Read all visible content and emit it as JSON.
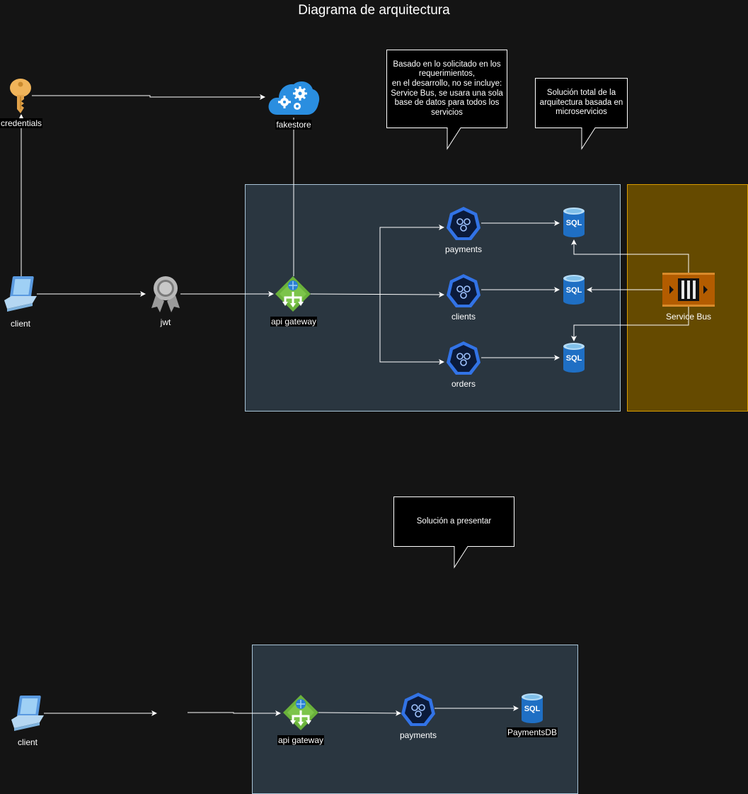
{
  "title": "Diagrama de arquitectura",
  "callouts": {
    "scope_note": "Basado en lo solicitado en los requerimientos,\nen el desarrollo, no se incluye: Service Bus, se usara una sola base de datos para todos los servicios",
    "full_solution": "Solución total de la arquitectura basada en microservicios",
    "presented_solution": "Solución a presentar"
  },
  "top_diagram": {
    "credentials": "credentials",
    "fakestore": "fakestore",
    "client": "client",
    "jwt": "jwt",
    "api_gateway": "api gateway",
    "services": [
      "payments",
      "clients",
      "orders"
    ],
    "sql_label": "SQL",
    "service_bus": "Service Bus"
  },
  "bottom_diagram": {
    "client": "client",
    "api_gateway": "api gateway",
    "payments": "payments",
    "database": "PaymentsDB",
    "sql_label": "SQL"
  },
  "colors": {
    "background": "#141414",
    "container": "#2a3640",
    "service_bus_container": "#654a00",
    "service_icon": "#3273e6",
    "sql_icon": "#2a7fd4",
    "gateway_icon": "#6ab23b",
    "cloud_icon": "#2a8ee0",
    "key_icon": "#f0b45a"
  }
}
